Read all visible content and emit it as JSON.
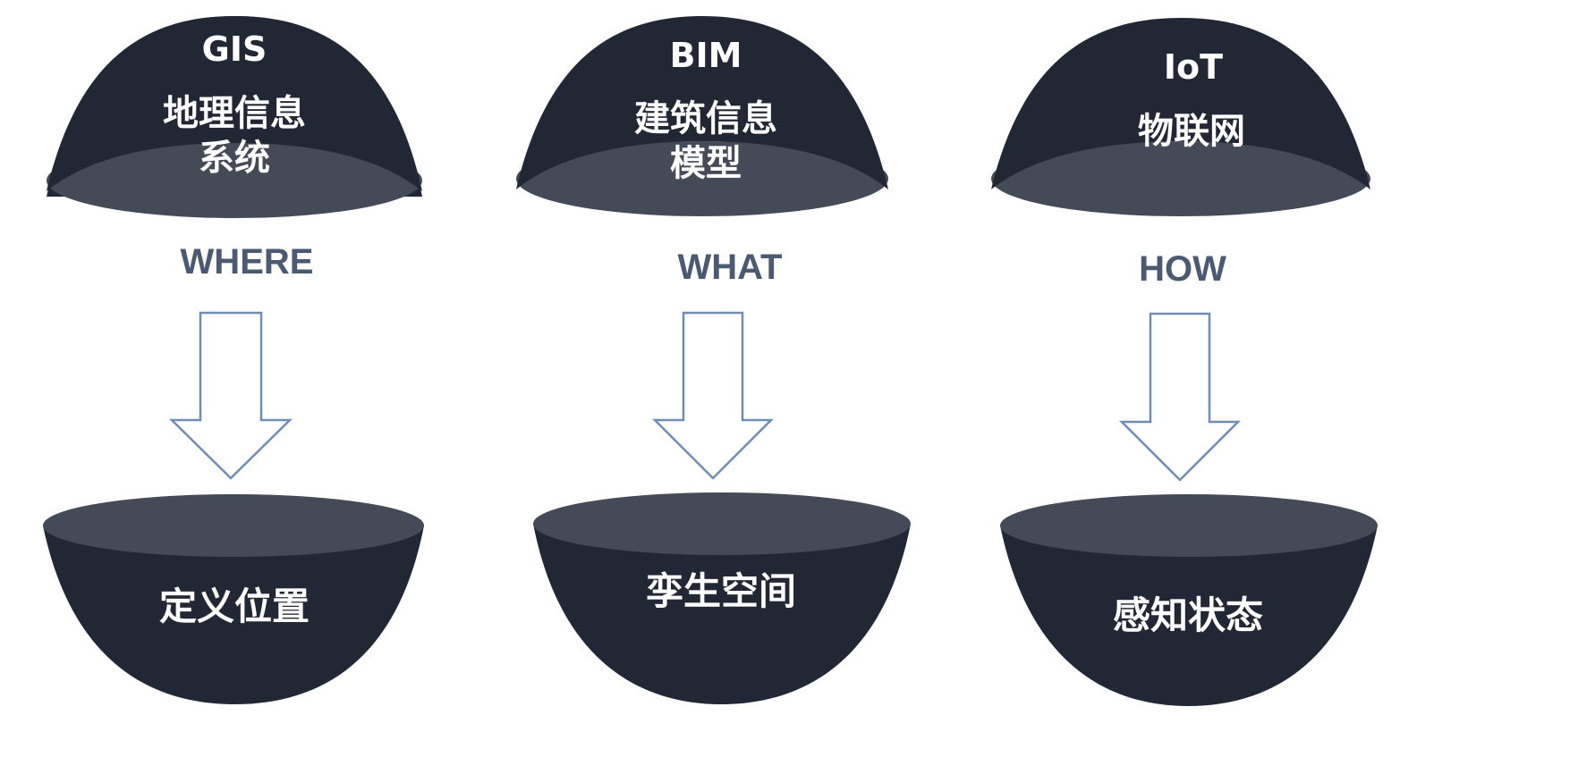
{
  "columns": [
    {
      "code": "GIS",
      "name_lines": [
        "地理信息",
        "系统"
      ],
      "question": "WHERE",
      "result": "定义位置"
    },
    {
      "code": "BIM",
      "name_lines": [
        "建筑信息",
        "模型"
      ],
      "question": "WHAT",
      "result": "孪生空间"
    },
    {
      "code": "IoT",
      "name_lines": [
        "物联网"
      ],
      "question": "HOW",
      "result": "感知状态"
    }
  ],
  "colors": {
    "dome_body": "#222735",
    "dome_rim": "#444a58",
    "question_text": "#4a5a72",
    "arrow_stroke": "#6f8db5"
  }
}
